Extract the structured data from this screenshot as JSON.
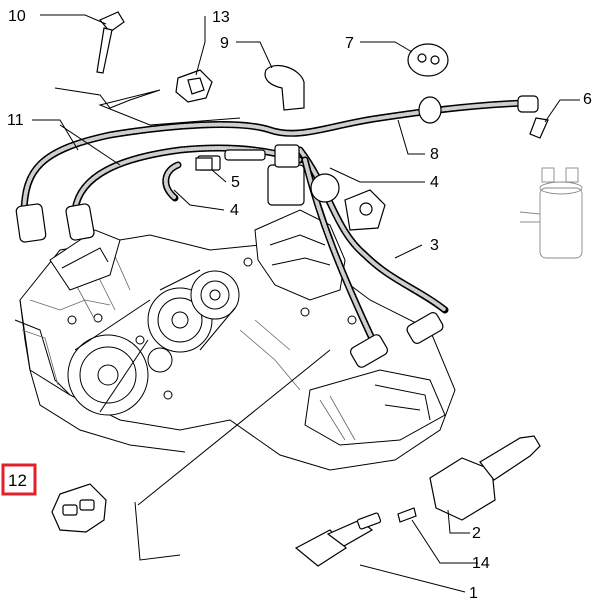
{
  "diagram": {
    "callouts": [
      "10",
      "13",
      "9",
      "7",
      "6",
      "11",
      "8",
      "5",
      "4",
      "4",
      "3",
      "12",
      "2",
      "14",
      "1"
    ],
    "highlighted_callout": "12",
    "colors": {
      "highlight_border": "#e0202a",
      "line": "#000000",
      "background": "#ffffff"
    }
  }
}
